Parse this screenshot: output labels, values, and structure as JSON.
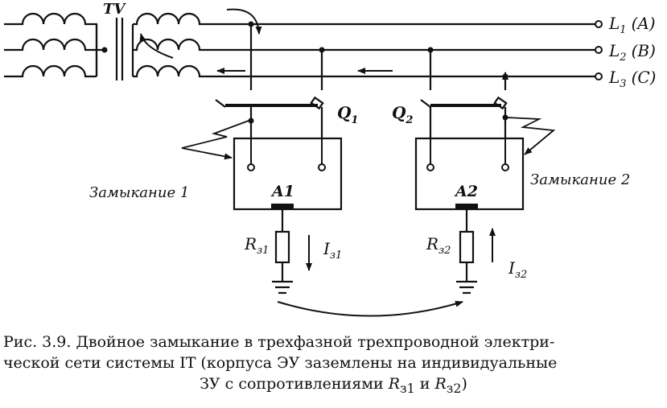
{
  "transformer": {
    "label": "TV"
  },
  "lines": [
    {
      "main": "L",
      "sub": "1",
      "phase": "(A)"
    },
    {
      "main": "L",
      "sub": "2",
      "phase": "(B)"
    },
    {
      "main": "L",
      "sub": "3",
      "phase": "(C)"
    }
  ],
  "switches": [
    {
      "main": "Q",
      "sub": "1"
    },
    {
      "main": "Q",
      "sub": "2"
    }
  ],
  "equipment": [
    {
      "label": "A1",
      "fault_label": "Замыкание 1",
      "resistor": {
        "main": "R",
        "sub": "з1"
      },
      "current": {
        "main": "I",
        "sub": "з1"
      }
    },
    {
      "label": "A2",
      "fault_label": "Замыкание 2",
      "resistor": {
        "main": "R",
        "sub": "з2"
      },
      "current": {
        "main": "I",
        "sub": "з2"
      }
    }
  ],
  "caption": {
    "line1": "Рис. 3.9. Двойное замыкание в трехфазной трехпроводной электри-",
    "line2": "ческой сети системы IT (корпуса ЭУ заземлены на индивидуальные",
    "line3_prefix": "ЗУ с сопротивлениями ",
    "r1_main": "R",
    "r1_sub": "з1",
    "conj": " и ",
    "r2_main": "R",
    "r2_sub": "з2",
    "line3_suffix": ")"
  }
}
